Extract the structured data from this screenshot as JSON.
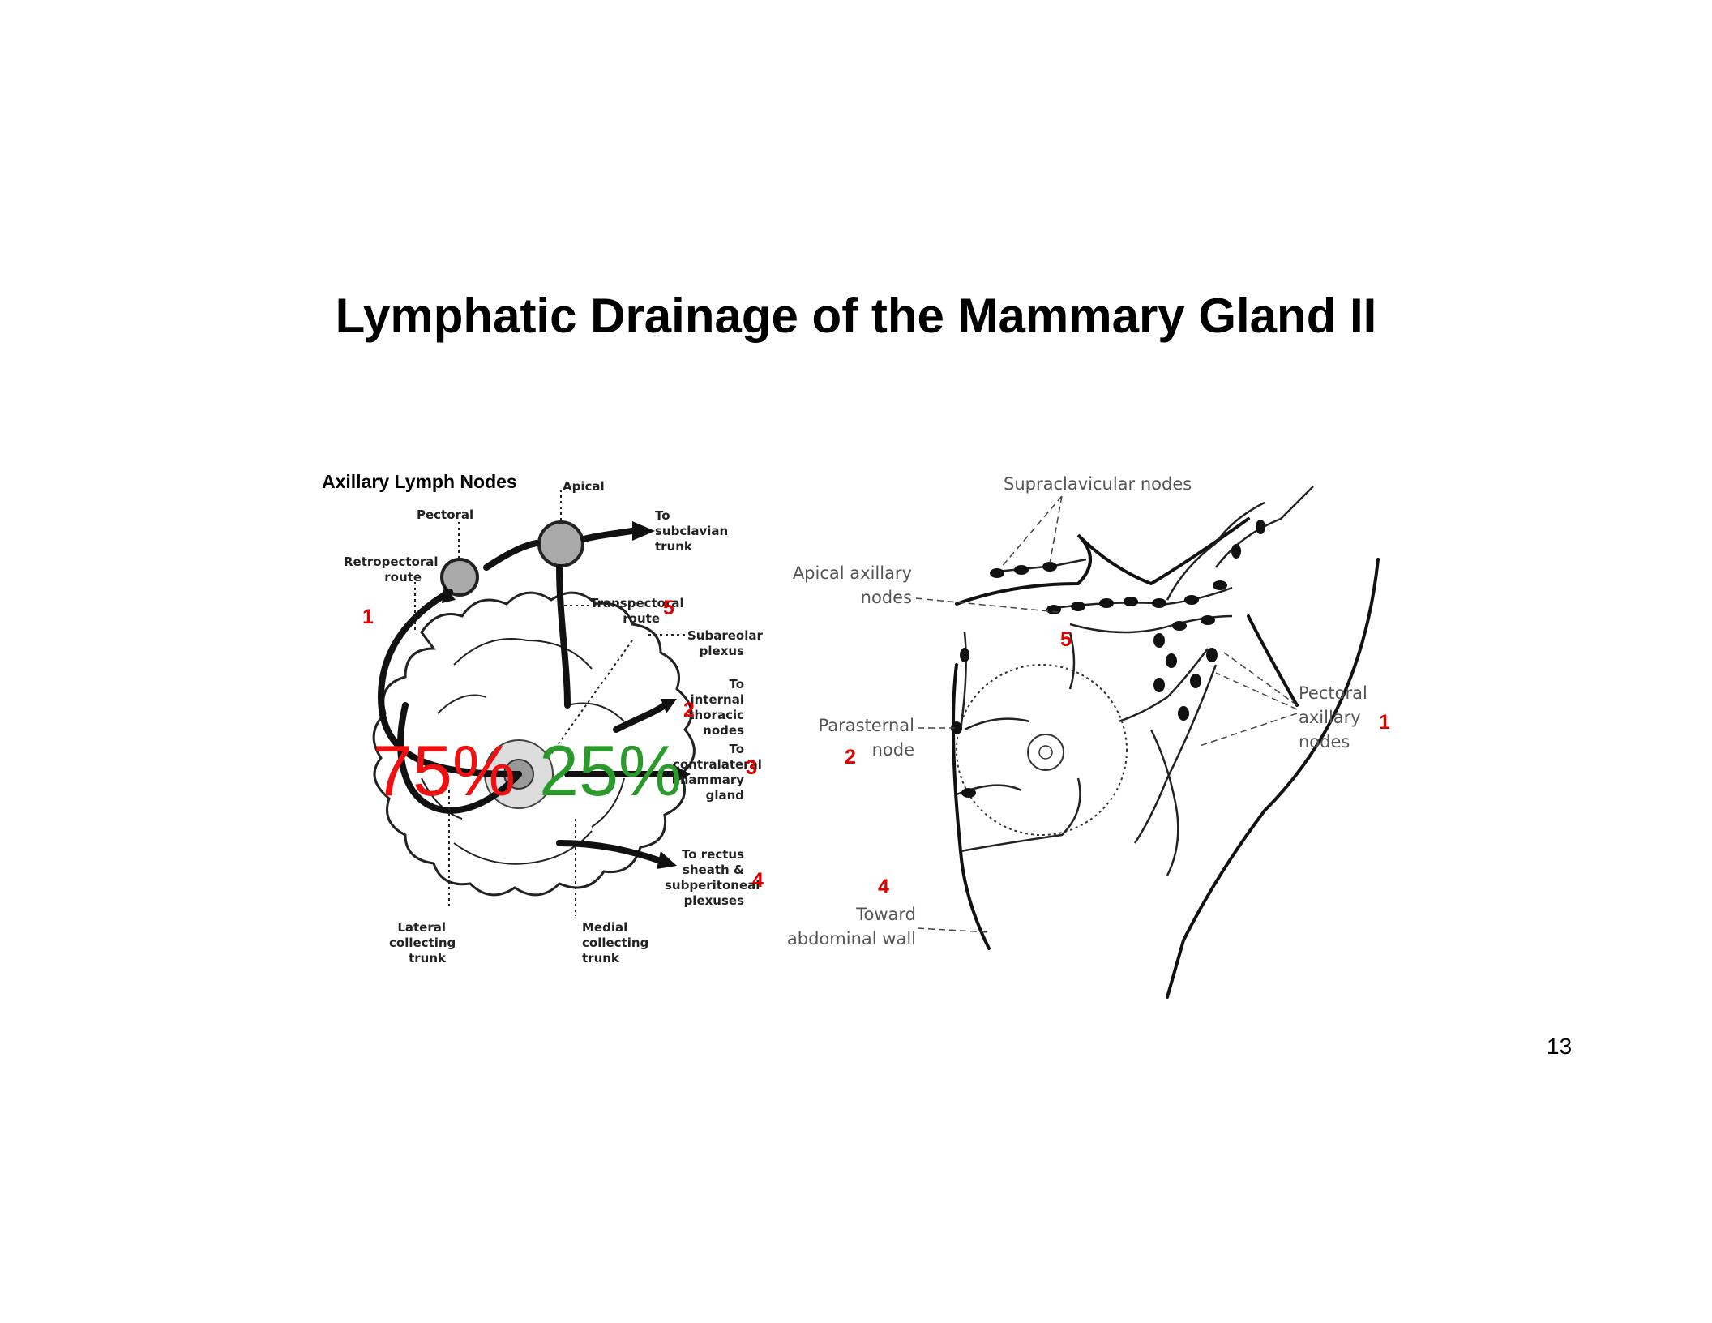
{
  "title": "Lymphatic Drainage of the Mammary Gland II",
  "page_number": "13",
  "left_diagram": {
    "heading": "Axillary Lymph Nodes",
    "labels": {
      "apical": "Apical",
      "pectoral": "Pectoral",
      "retropectoral": "Retropectoral route",
      "subclavian": "To subclavian trunk",
      "transpectoral": "Transpectoral route",
      "subareolar": "Subareolar plexus",
      "internal_thoracic": "To internal thoracic nodes",
      "contralateral": "To contralateral mammary gland",
      "rectus": "To rectus sheath & subperitoneal plexuses",
      "lateral_trunk": "Lateral collecting trunk",
      "medial_trunk": "Medial collecting trunk"
    },
    "percent_lateral": "75%",
    "percent_medial": "25%",
    "markers": [
      "1",
      "5",
      "2",
      "3",
      "4"
    ]
  },
  "right_diagram": {
    "labels": {
      "supraclavicular": "Supraclavicular nodes",
      "apical": "Apical axillary nodes",
      "parasternal": "Parasternal node",
      "pectoral": "Pectoral axillary nodes",
      "abdominal": "Toward abdominal wall"
    },
    "markers": [
      "5",
      "1",
      "2",
      "4"
    ]
  },
  "colors": {
    "marker": "#e00000",
    "percent_lateral": "#ee1111",
    "percent_medial": "#2a9a2a"
  }
}
